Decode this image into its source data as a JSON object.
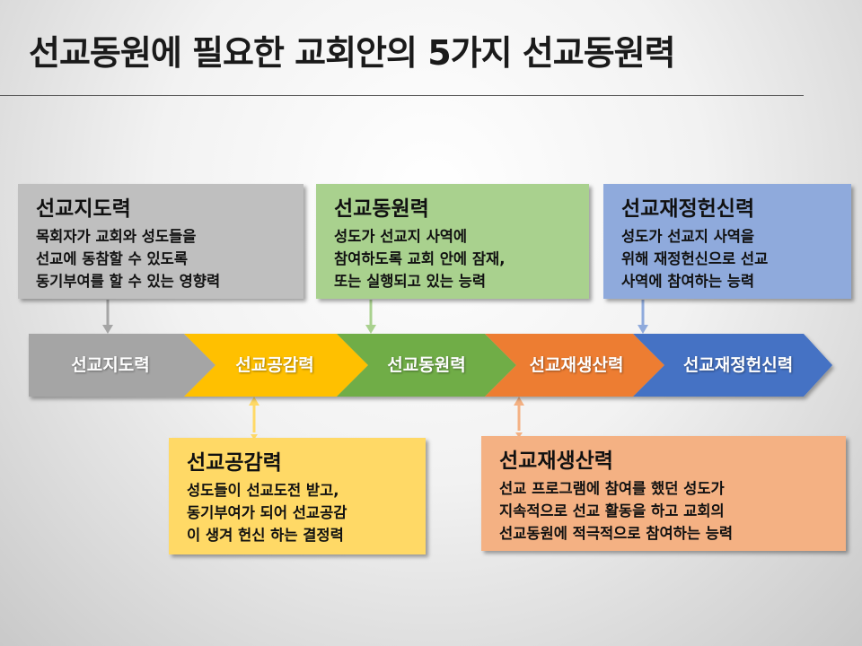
{
  "title": "선교동원에 필요한 교회안의 5가지 선교동원력",
  "flow": [
    {
      "label": "선교지도력",
      "color": "#a5a5a5"
    },
    {
      "label": "선교공감력",
      "color": "#ffc000"
    },
    {
      "label": "선교동원력",
      "color": "#70ad47"
    },
    {
      "label": "선교재생산력",
      "color": "#ed7d31"
    },
    {
      "label": "선교재정헌신력",
      "color": "#4472c4"
    }
  ],
  "boxes": {
    "leadership": {
      "title": "선교지도력",
      "lines": [
        "목회자가 교회와 성도들을",
        "선교에 동참할 수 있도록",
        "동기부여를 할 수 있는 영향력"
      ],
      "color": "#bfbfbf"
    },
    "mobilization": {
      "title": "선교동원력",
      "lines": [
        "성도가 선교지 사역에",
        "참여하도록 교회 안에 잠재,",
        "또는 실행되고 있는 능력"
      ],
      "color": "#a9d18e"
    },
    "finance": {
      "title": "선교재정헌신력",
      "lines": [
        "성도가 선교지 사역을",
        "위해 재정헌신으로  선교",
        "사역에 참여하는 능력"
      ],
      "color": "#8faadc"
    },
    "empathy": {
      "title": "선교공감력",
      "lines": [
        "성도들이 선교도전 받고,",
        "동기부여가 되어 선교공감",
        "이 생겨 헌신 하는 결정력"
      ],
      "color": "#ffd966"
    },
    "reproduction": {
      "title": "선교재생산력",
      "lines": [
        "선교 프로그램에 참여를 했던 성도가",
        "지속적으로 선교 활동을 하고 교회의",
        "선교동원에 적극적으로 참여하는 능력"
      ],
      "color": "#f4b183"
    }
  }
}
